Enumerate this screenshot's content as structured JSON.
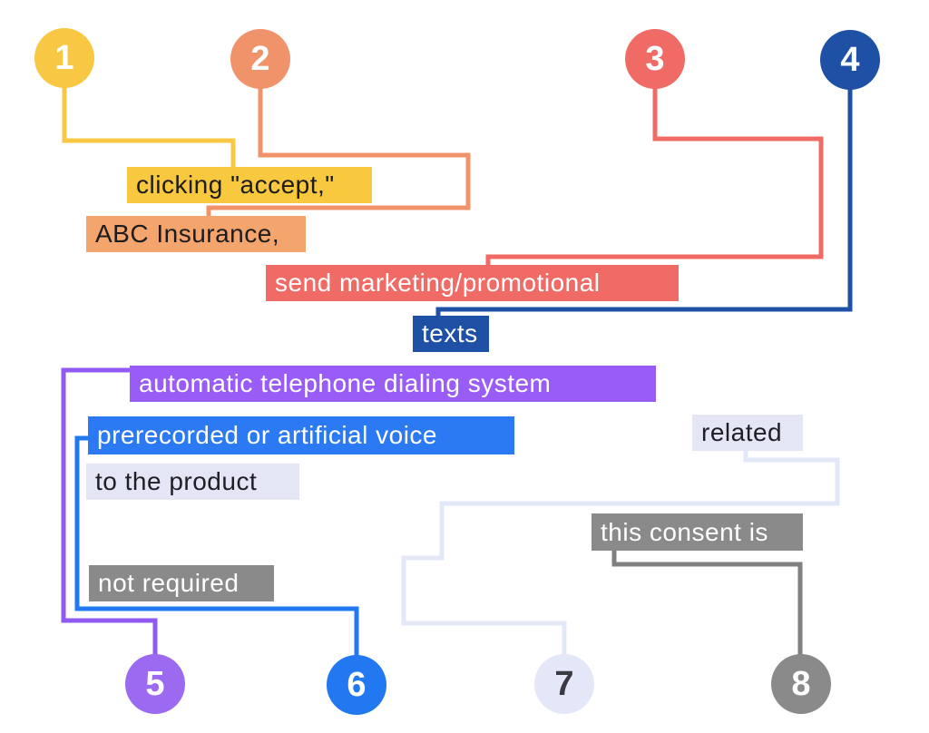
{
  "diagram": {
    "background": "#ffffff",
    "markers": [
      {
        "label": "1",
        "color": "#F8C845",
        "line_color": "#F8C845",
        "number_color": "#FFFFFF"
      },
      {
        "label": "2",
        "color": "#F0936B",
        "line_color": "#F0936B",
        "number_color": "#FFFFFF"
      },
      {
        "label": "3",
        "color": "#F16B66",
        "line_color": "#F16B66",
        "number_color": "#FFFFFF"
      },
      {
        "label": "4",
        "color": "#1E50A5",
        "line_color": "#1E50A5",
        "number_color": "#FFFFFF"
      },
      {
        "label": "5",
        "color": "#9C69F1",
        "line_color": "#9059F0",
        "number_color": "#FFFFFF"
      },
      {
        "label": "6",
        "color": "#2278F0",
        "line_color": "#2278F0",
        "number_color": "#FFFFFF"
      },
      {
        "label": "7",
        "color": "#E4E7F8",
        "line_color": "#E3E8F8",
        "number_color": "#3A3A44"
      },
      {
        "label": "8",
        "color": "#8A8A8A",
        "line_color": "#808080",
        "number_color": "#FFFFFF"
      }
    ],
    "highlights": [
      {
        "text": "clicking \"accept,\"",
        "bg": "#F8C83E",
        "fg": "#1C1C1C",
        "marker": "1"
      },
      {
        "text": "ABC Insurance,",
        "bg": "#F4A46D",
        "fg": "#1C1C1C",
        "marker": "2"
      },
      {
        "text": "send marketing/promotional",
        "bg": "#F16B66",
        "fg": "#FFFFFF",
        "marker": "3"
      },
      {
        "text": "texts",
        "bg": "#1E50A5",
        "fg": "#FFFFFF",
        "marker": "4"
      },
      {
        "text": "automatic telephone dialing system",
        "bg": "#9A5CF6",
        "fg": "#FFFFFF",
        "marker": "5"
      },
      {
        "text": "prerecorded or artificial voice",
        "bg": "#2B79F3",
        "fg": "#FFFFFF",
        "marker": "6"
      },
      {
        "text": "to the product",
        "bg": "#E4E6F6",
        "fg": "#1E1E26",
        "marker": "7"
      },
      {
        "text": "related",
        "bg": "#E4E6F6",
        "fg": "#1E1E26",
        "marker": "7"
      },
      {
        "text": "this consent is",
        "bg": "#8A8A8A",
        "fg": "#FFFFFF",
        "marker": "8"
      },
      {
        "text": "not required",
        "bg": "#8A8A8A",
        "fg": "#FFFFFF",
        "marker": "8"
      }
    ]
  }
}
